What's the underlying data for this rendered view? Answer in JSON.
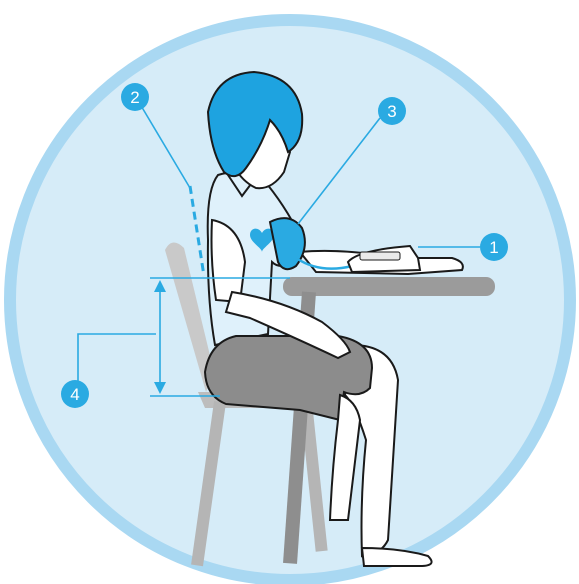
{
  "markers": [
    {
      "id": "1",
      "label": "1"
    },
    {
      "id": "2",
      "label": "2"
    },
    {
      "id": "3",
      "label": "3"
    },
    {
      "id": "4",
      "label": "4"
    }
  ],
  "colors": {
    "circle_fill": "#d6ecf8",
    "circle_ring": "#a9d8f2",
    "accent_blue": "#2aaae2",
    "hair": "#1ea3e0",
    "shirt": "#dff1fb",
    "shorts": "#8c8c8c",
    "furniture": "#9b9b9b",
    "outline": "#1a1a1a"
  },
  "icons": [
    "heart-icon",
    "blood-pressure-monitor-icon"
  ]
}
